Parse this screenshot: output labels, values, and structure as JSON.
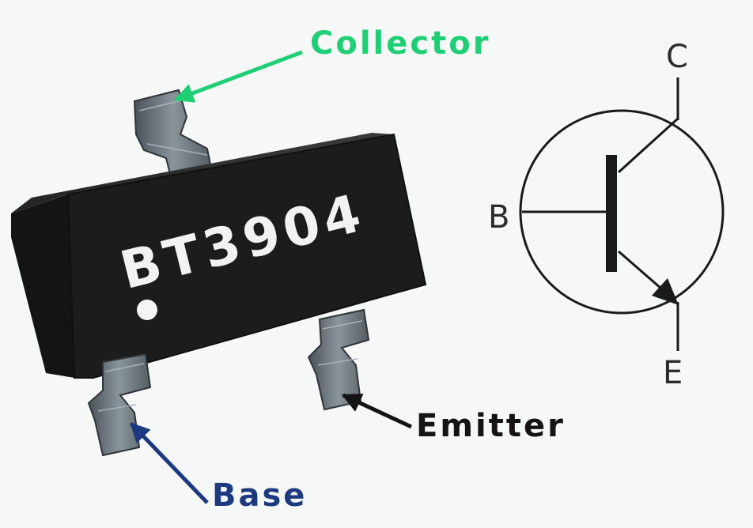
{
  "package": {
    "marking": "BT3904",
    "body_color": "#1c1c1c",
    "lead_color": "#6c757c"
  },
  "labels": {
    "collector": {
      "text": "Collector",
      "color": "#1fcf76"
    },
    "emitter": {
      "text": "Emitter",
      "color": "#141414"
    },
    "base": {
      "text": "Base",
      "color": "#1d3a80"
    }
  },
  "symbol": {
    "collector_letter": "C",
    "base_letter": "B",
    "emitter_letter": "E",
    "line_color": "#1a1a1a"
  }
}
